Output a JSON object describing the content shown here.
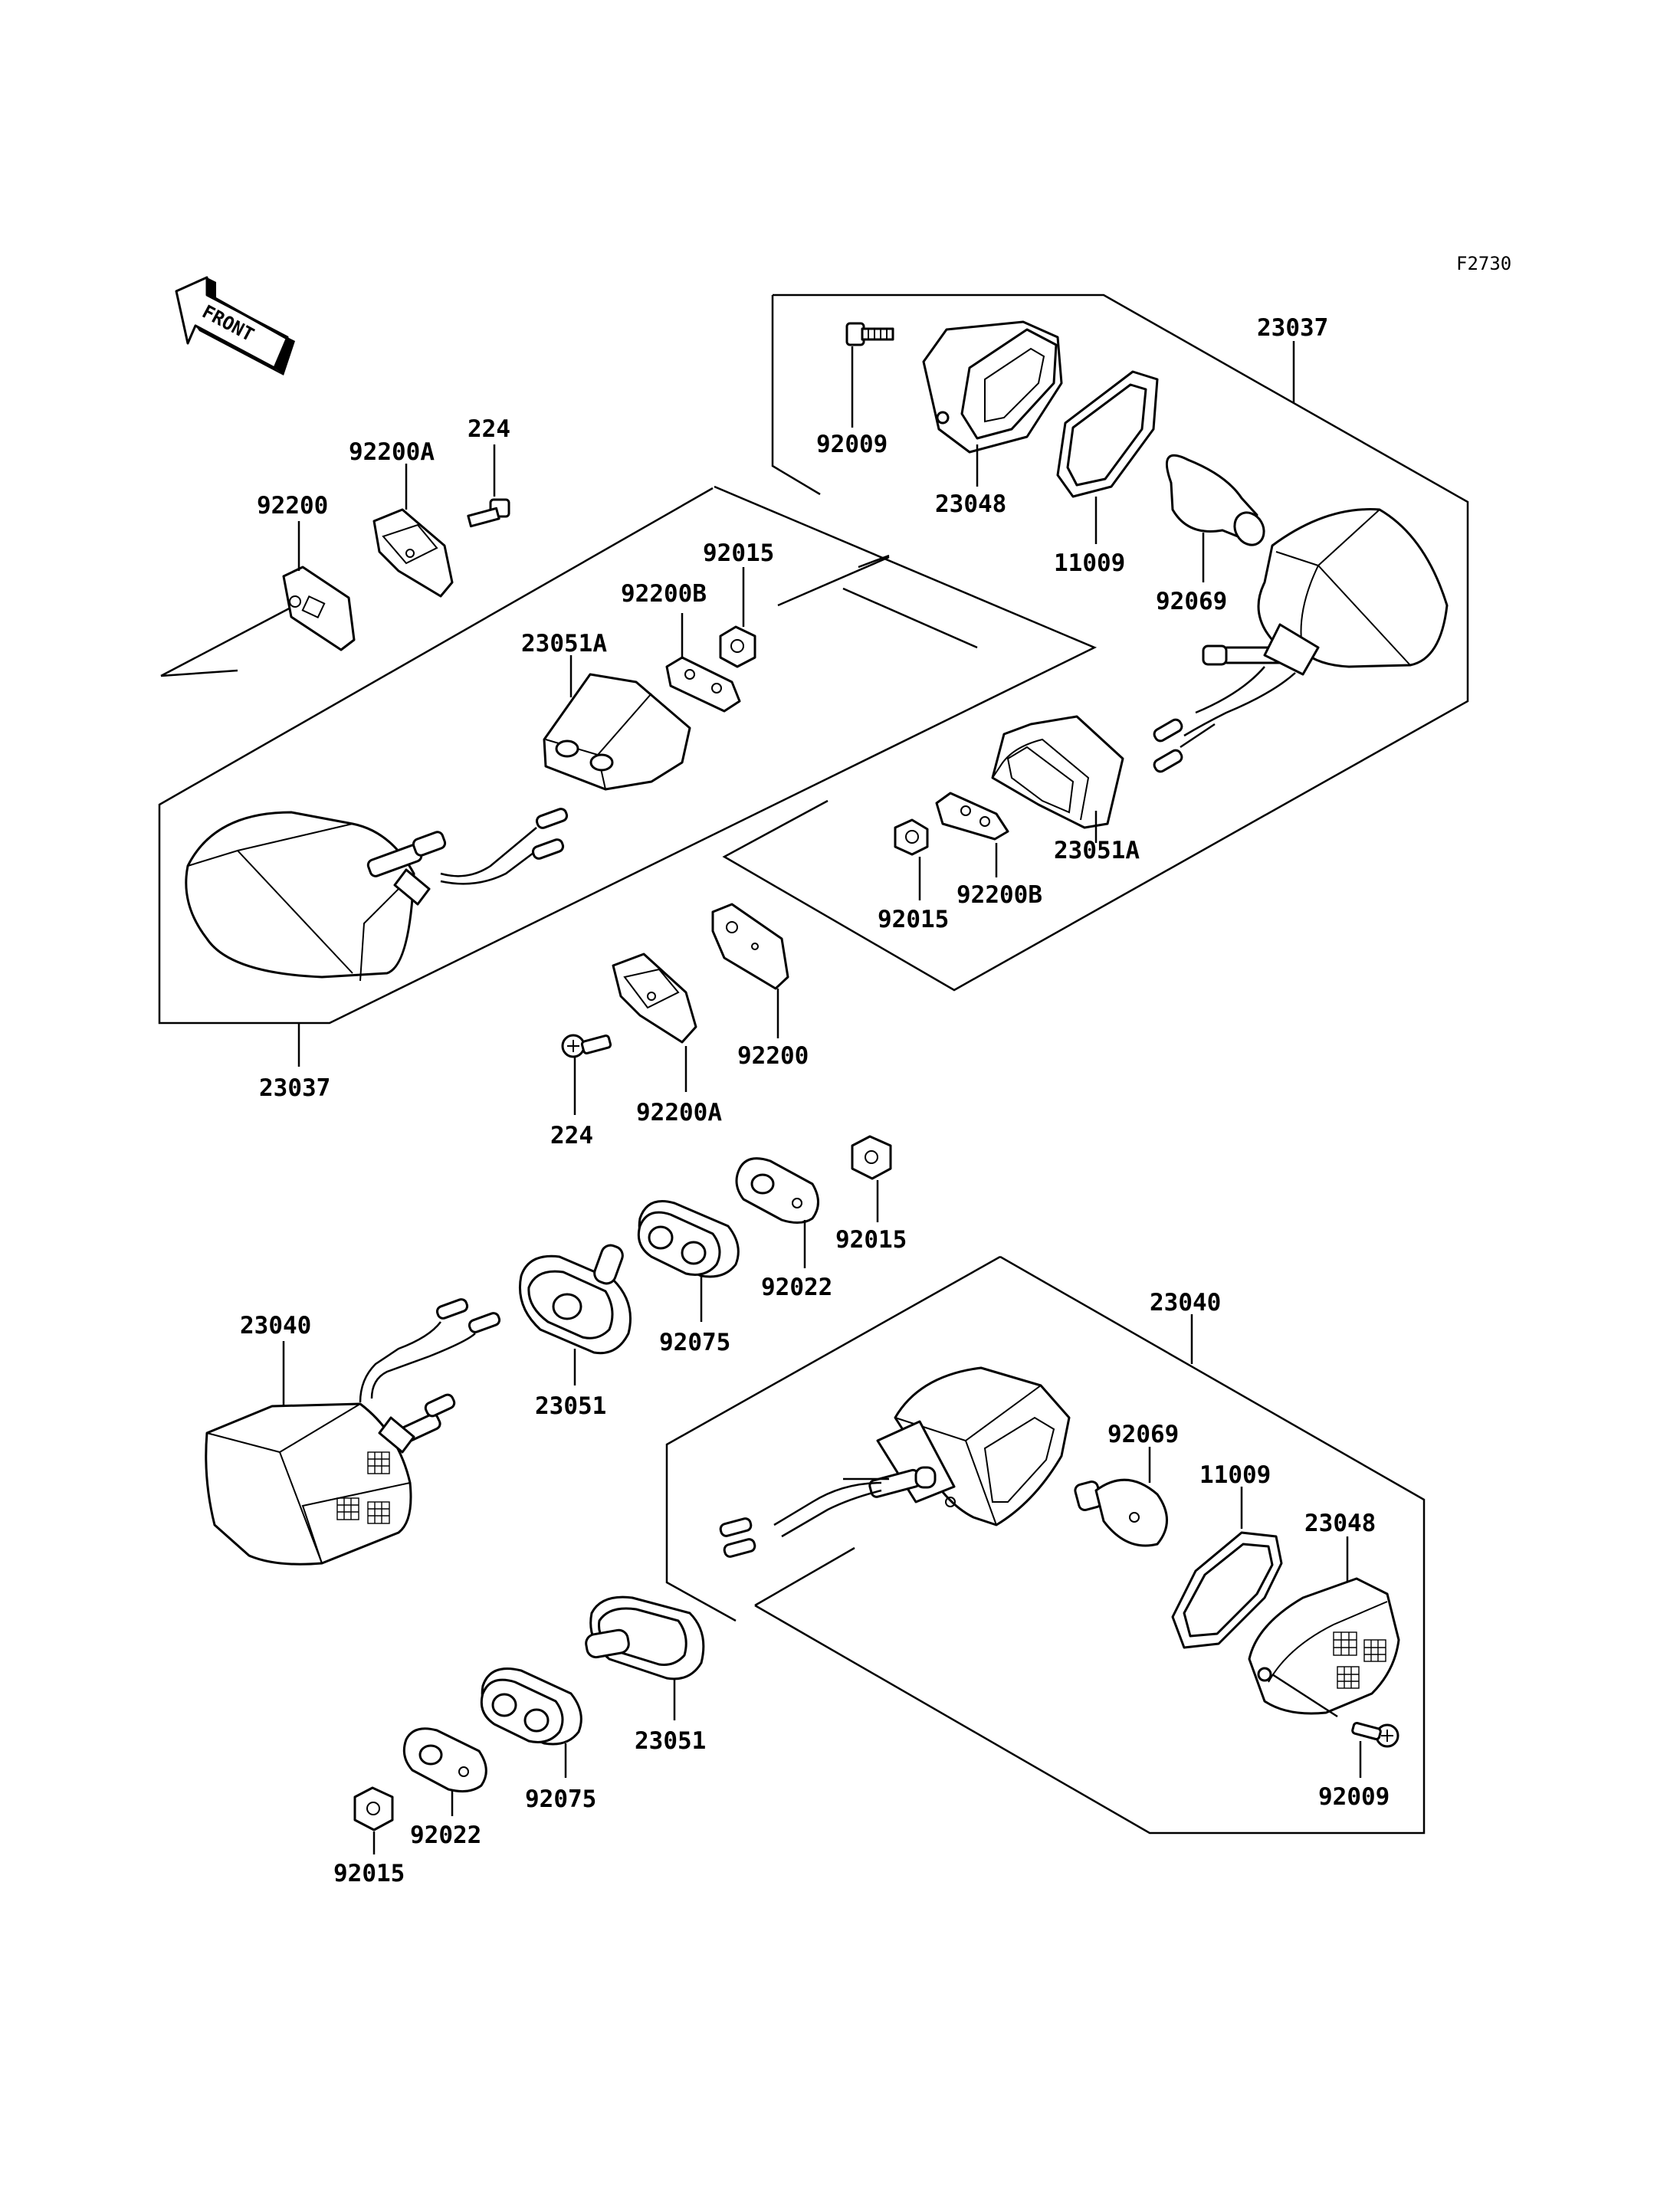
{
  "figure_code": "F2730",
  "front_label": "FRONT",
  "labels": {
    "upper_right_assy": "23037",
    "upper_right_screw": "92009",
    "upper_right_lens": "23048",
    "upper_right_gasket": "11009",
    "upper_right_bulb": "92069",
    "upper_right_holder": "23051A",
    "upper_right_plate": "92200B",
    "upper_right_nut": "92015",
    "upper_left_assy": "23037",
    "upper_left_plate": "92200",
    "upper_left_bracket": "92200A",
    "upper_left_screw": "224",
    "upper_left_holder": "23051A",
    "upper_left_plate_b": "92200B",
    "upper_left_nut": "92015",
    "mid_plate": "92200",
    "mid_bracket": "92200A",
    "mid_screw": "224",
    "mid_nut": "92015",
    "mid_washer": "92022",
    "mid_damper": "92075",
    "mid_holder": "23051",
    "lower_left_assy": "23040",
    "lower_right_assy": "23040",
    "lower_right_bulb": "92069",
    "lower_right_gasket": "11009",
    "lower_right_lens": "23048",
    "lower_right_screw": "92009",
    "lower_holder": "23051",
    "lower_damper": "92075",
    "lower_washer": "92022",
    "lower_nut": "92015"
  }
}
